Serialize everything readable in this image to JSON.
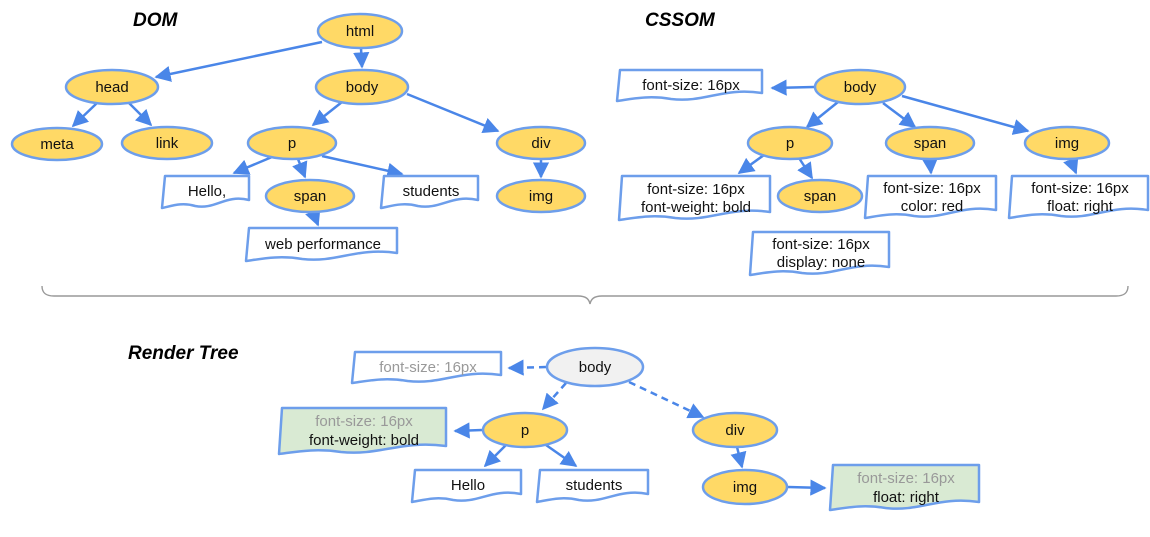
{
  "colors": {
    "background": "#FFFFFF",
    "node_fill": "#FFD966",
    "node_stroke": "#6D9EEB",
    "arrow": "#4A86E8",
    "flag_fill": "#FFFFFF",
    "flag_stroke": "#6D9EEB",
    "green_flag_fill": "#D9EAD3",
    "render_body_fill": "#F1F1F1",
    "gray_text": "#999999",
    "divider": "#999999",
    "text": "#111111"
  },
  "sections": {
    "dom": {
      "title": "DOM",
      "nodes": {
        "html": "html",
        "head": "head",
        "body": "body",
        "meta": "meta",
        "link": "link",
        "p": "p",
        "div": "div",
        "span": "span",
        "img": "img"
      },
      "flags": {
        "hello": "Hello,",
        "students": "students",
        "web_performance": "web performance"
      }
    },
    "cssom": {
      "title": "CSSOM",
      "nodes": {
        "body": "body",
        "p": "p",
        "span": "span",
        "img": "img",
        "span_child": "span"
      },
      "flags": {
        "body_style": [
          "font-size: 16px"
        ],
        "p_style": [
          "font-size: 16px",
          "font-weight: bold"
        ],
        "span_style": [
          "font-size: 16px",
          "color: red"
        ],
        "img_style": [
          "font-size: 16px",
          "float: right"
        ],
        "span_child_style": [
          "font-size: 16px",
          "display: none"
        ]
      }
    },
    "render_tree": {
      "title": "Render Tree",
      "nodes": {
        "body": "body",
        "p": "p",
        "div": "div",
        "img": "img"
      },
      "flags": {
        "body_style": [
          "font-size: 16px"
        ],
        "p_style": [
          "font-size: 16px",
          "font-weight: bold"
        ],
        "img_style": [
          "font-size: 16px",
          "float: right"
        ],
        "hello": "Hello",
        "students": "students"
      }
    }
  }
}
